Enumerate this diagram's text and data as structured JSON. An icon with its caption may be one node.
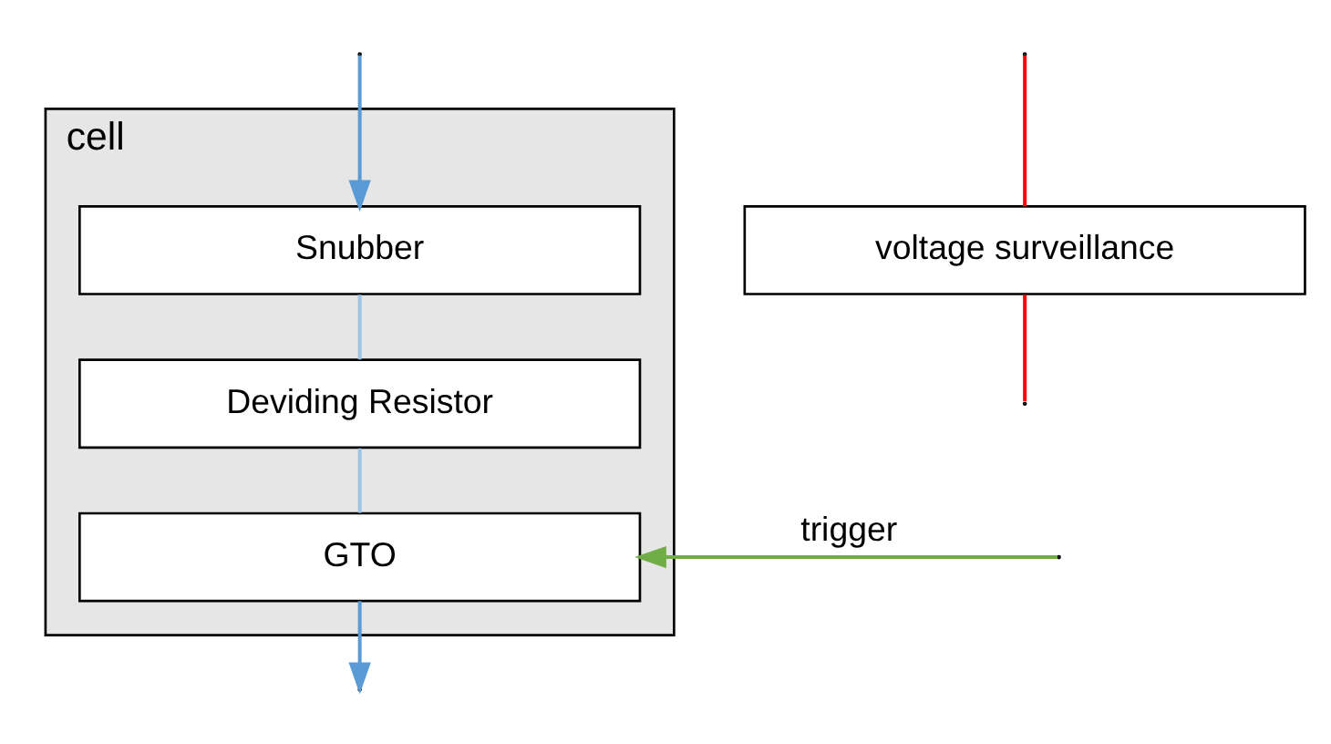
{
  "diagram": {
    "nodes": [
      {
        "text": [
          "cell"
        ]
      },
      {
        "text": [
          "Snubber"
        ],
        "in": 0
      },
      {
        "text": [
          "Deviding Resistor"
        ],
        "in": 0
      },
      {
        "text": [
          "GTO"
        ],
        "in": 0
      },
      {
        "text": [
          "voltage surveillance"
        ]
      }
    ],
    "edges": [
      {
        "from": null,
        "to": 1,
        "arrow": "to",
        "color": "#5b9bd5"
      },
      {
        "from": 1,
        "to": 2,
        "arrow": "none",
        "color": "#9dc3e6"
      },
      {
        "from": 2,
        "to": 3,
        "arrow": "none",
        "color": "#9dc3e6"
      },
      {
        "from": null,
        "to": 3,
        "arrow": "to",
        "label": "trigger",
        "color": "#70ad47"
      },
      {
        "from": 3,
        "to": null,
        "arrow": "to",
        "color": "#5b9bd5"
      },
      {
        "from": null,
        "to": 4,
        "arrow": "none",
        "color": "#ff0000"
      },
      {
        "from": 4,
        "to": null,
        "arrow": "none",
        "color": "#ff0000"
      }
    ]
  }
}
